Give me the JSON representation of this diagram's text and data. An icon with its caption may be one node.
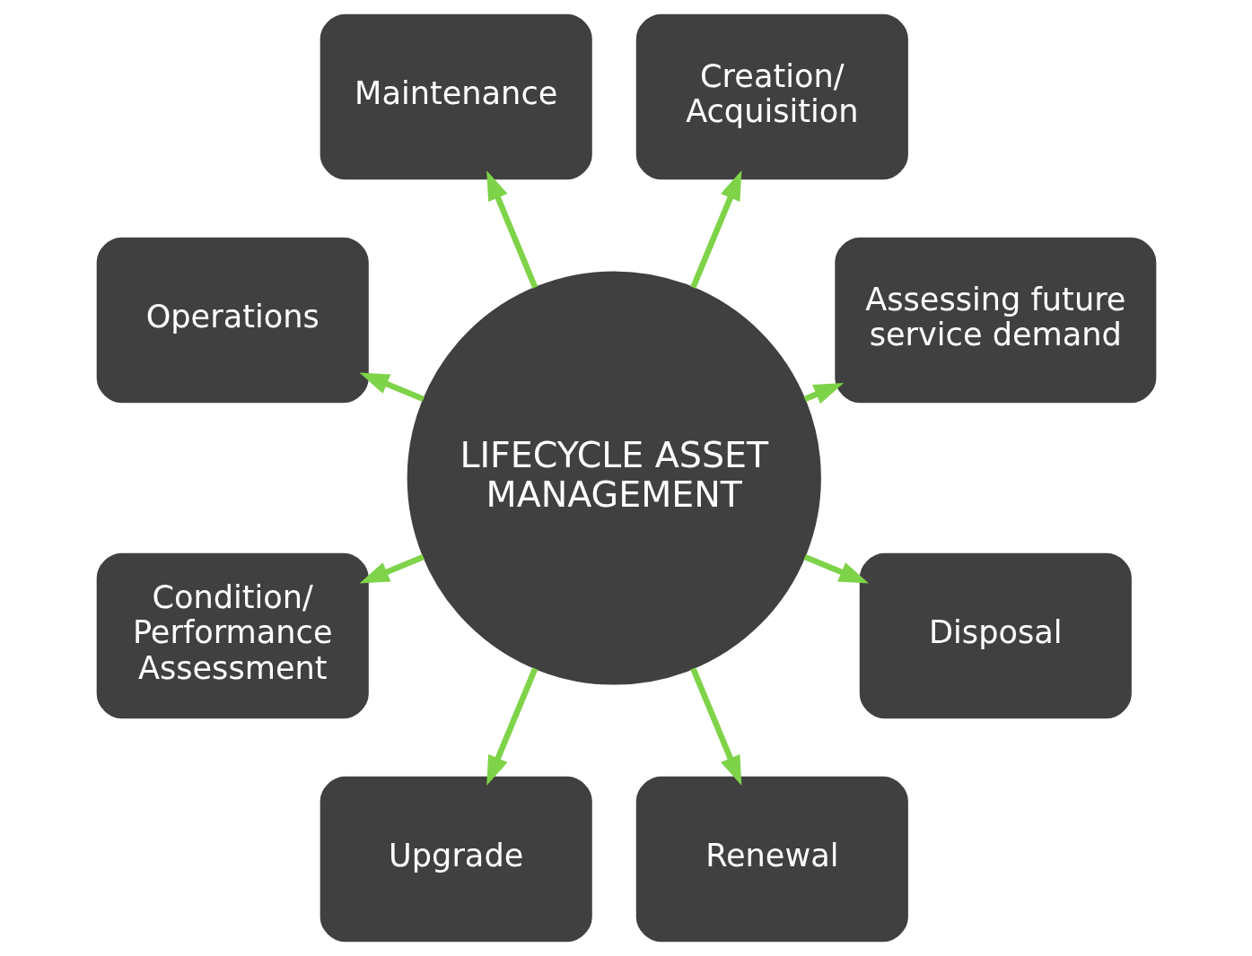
{
  "diagram": {
    "nodes": [
      {
        "text": [
          "LIFECYCLE ASSET MANAGEMENT"
        ]
      },
      {
        "text": [
          "Assessing future service demand"
        ]
      },
      {
        "text": [
          "Creation/ Acquisition"
        ]
      },
      {
        "text": [
          "Maintenance"
        ]
      },
      {
        "text": [
          "Operations"
        ]
      },
      {
        "text": [
          "Condition/ Performance Assessment"
        ]
      },
      {
        "text": [
          "Upgrade"
        ]
      },
      {
        "text": [
          "Renewal"
        ]
      },
      {
        "text": [
          "Disposal"
        ]
      }
    ],
    "edges": [
      {
        "from": 0,
        "to": 1,
        "arrow": "to"
      },
      {
        "from": 0,
        "to": 2,
        "arrow": "to"
      },
      {
        "from": 0,
        "to": 3,
        "arrow": "to"
      },
      {
        "from": 0,
        "to": 4,
        "arrow": "to"
      },
      {
        "from": 0,
        "to": 5,
        "arrow": "to"
      },
      {
        "from": 0,
        "to": 6,
        "arrow": "to"
      },
      {
        "from": 0,
        "to": 7,
        "arrow": "to"
      },
      {
        "from": 0,
        "to": 8,
        "arrow": "to"
      }
    ]
  }
}
